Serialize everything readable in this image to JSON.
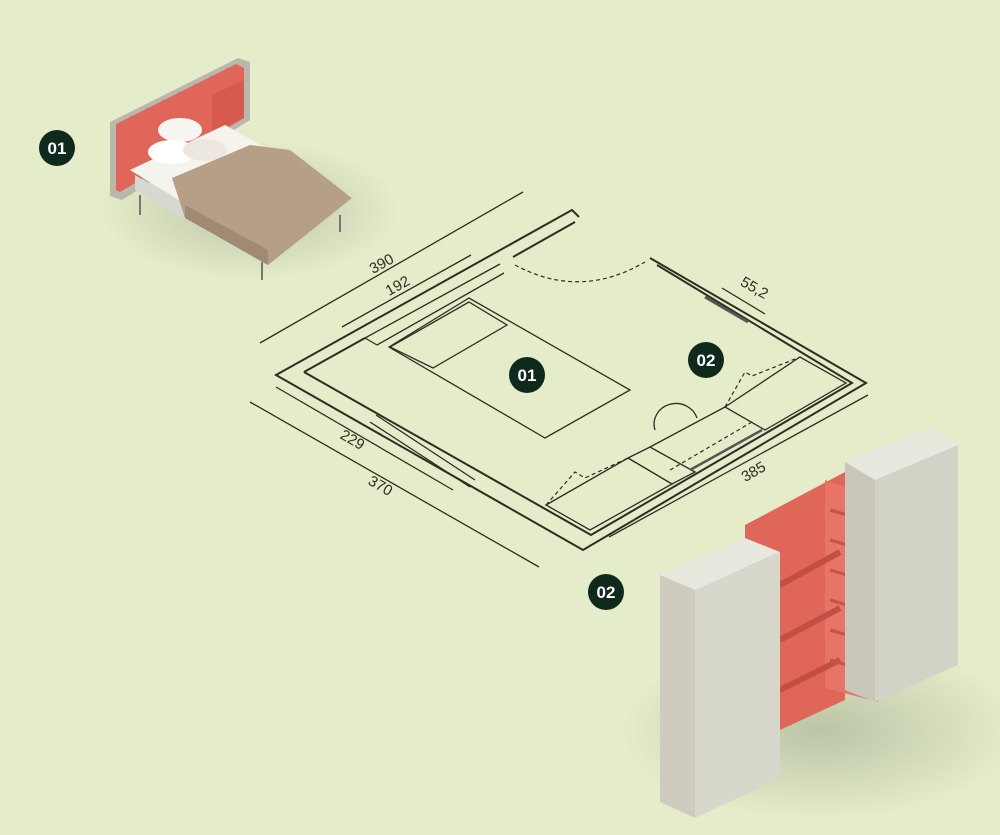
{
  "badges": {
    "bed_item": "01",
    "wardrobe_item": "02",
    "plan_bed": "01",
    "plan_wardrobe": "02"
  },
  "dimensions": {
    "top_outer": "390",
    "top_inner": "192",
    "left_inner": "229",
    "left_outer": "370",
    "right": "385",
    "wardrobe_depth": "55,2"
  },
  "colors": {
    "background": "#e4ecc9",
    "badge": "#10291d",
    "accent_red": "#e0665a",
    "panel_grey": "#d3d2c6",
    "duvet": "#b59f86"
  }
}
